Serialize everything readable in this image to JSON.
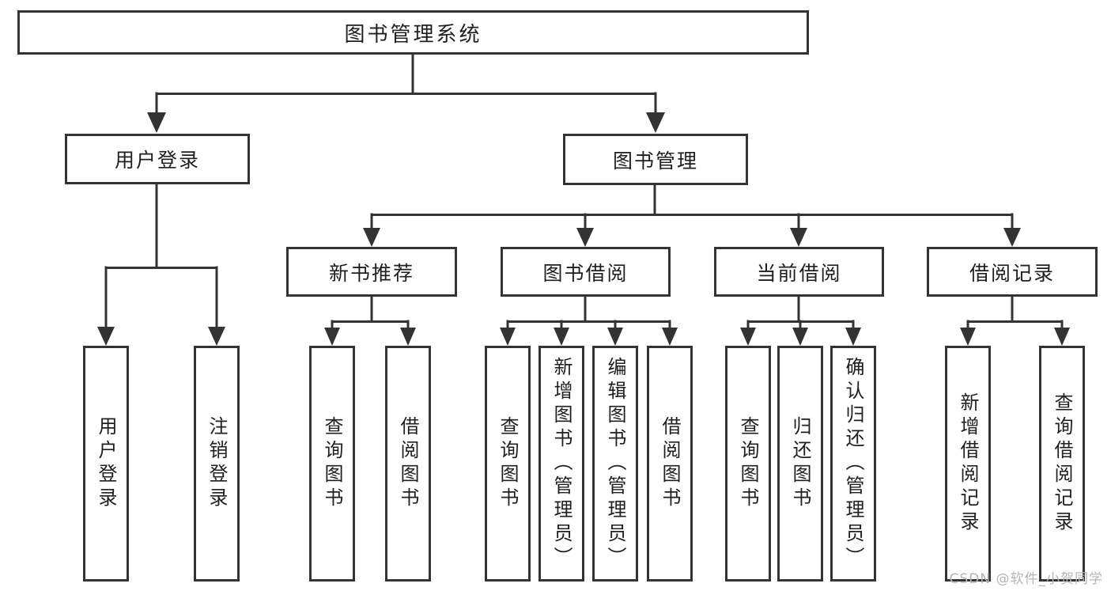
{
  "colors": {
    "line": "#333333",
    "box_border": "#333333",
    "text": "#1f1f1f",
    "background": "#ffffff",
    "watermark_text_color": "#b5b5b5"
  },
  "diagram": {
    "root": "图书管理系统",
    "level2": {
      "user_login": "用户登录",
      "book_mgmt": "图书管理"
    },
    "level3": {
      "new_book": "新书推荐",
      "book_borrow": "图书借阅",
      "current_borrow": "当前借阅",
      "borrow_records": "借阅记录"
    },
    "leaves": [
      "用户登录",
      "注销登录",
      "查询图书",
      "借阅图书",
      "查询图书",
      "新增图书（管理员）",
      "编辑图书（管理员）",
      "借阅图书",
      "查询图书",
      "归还图书",
      "确认归还（管理员）",
      "新增借阅记录",
      "查询借阅记录"
    ]
  },
  "watermark": "CSDN @软件_小贺同学"
}
